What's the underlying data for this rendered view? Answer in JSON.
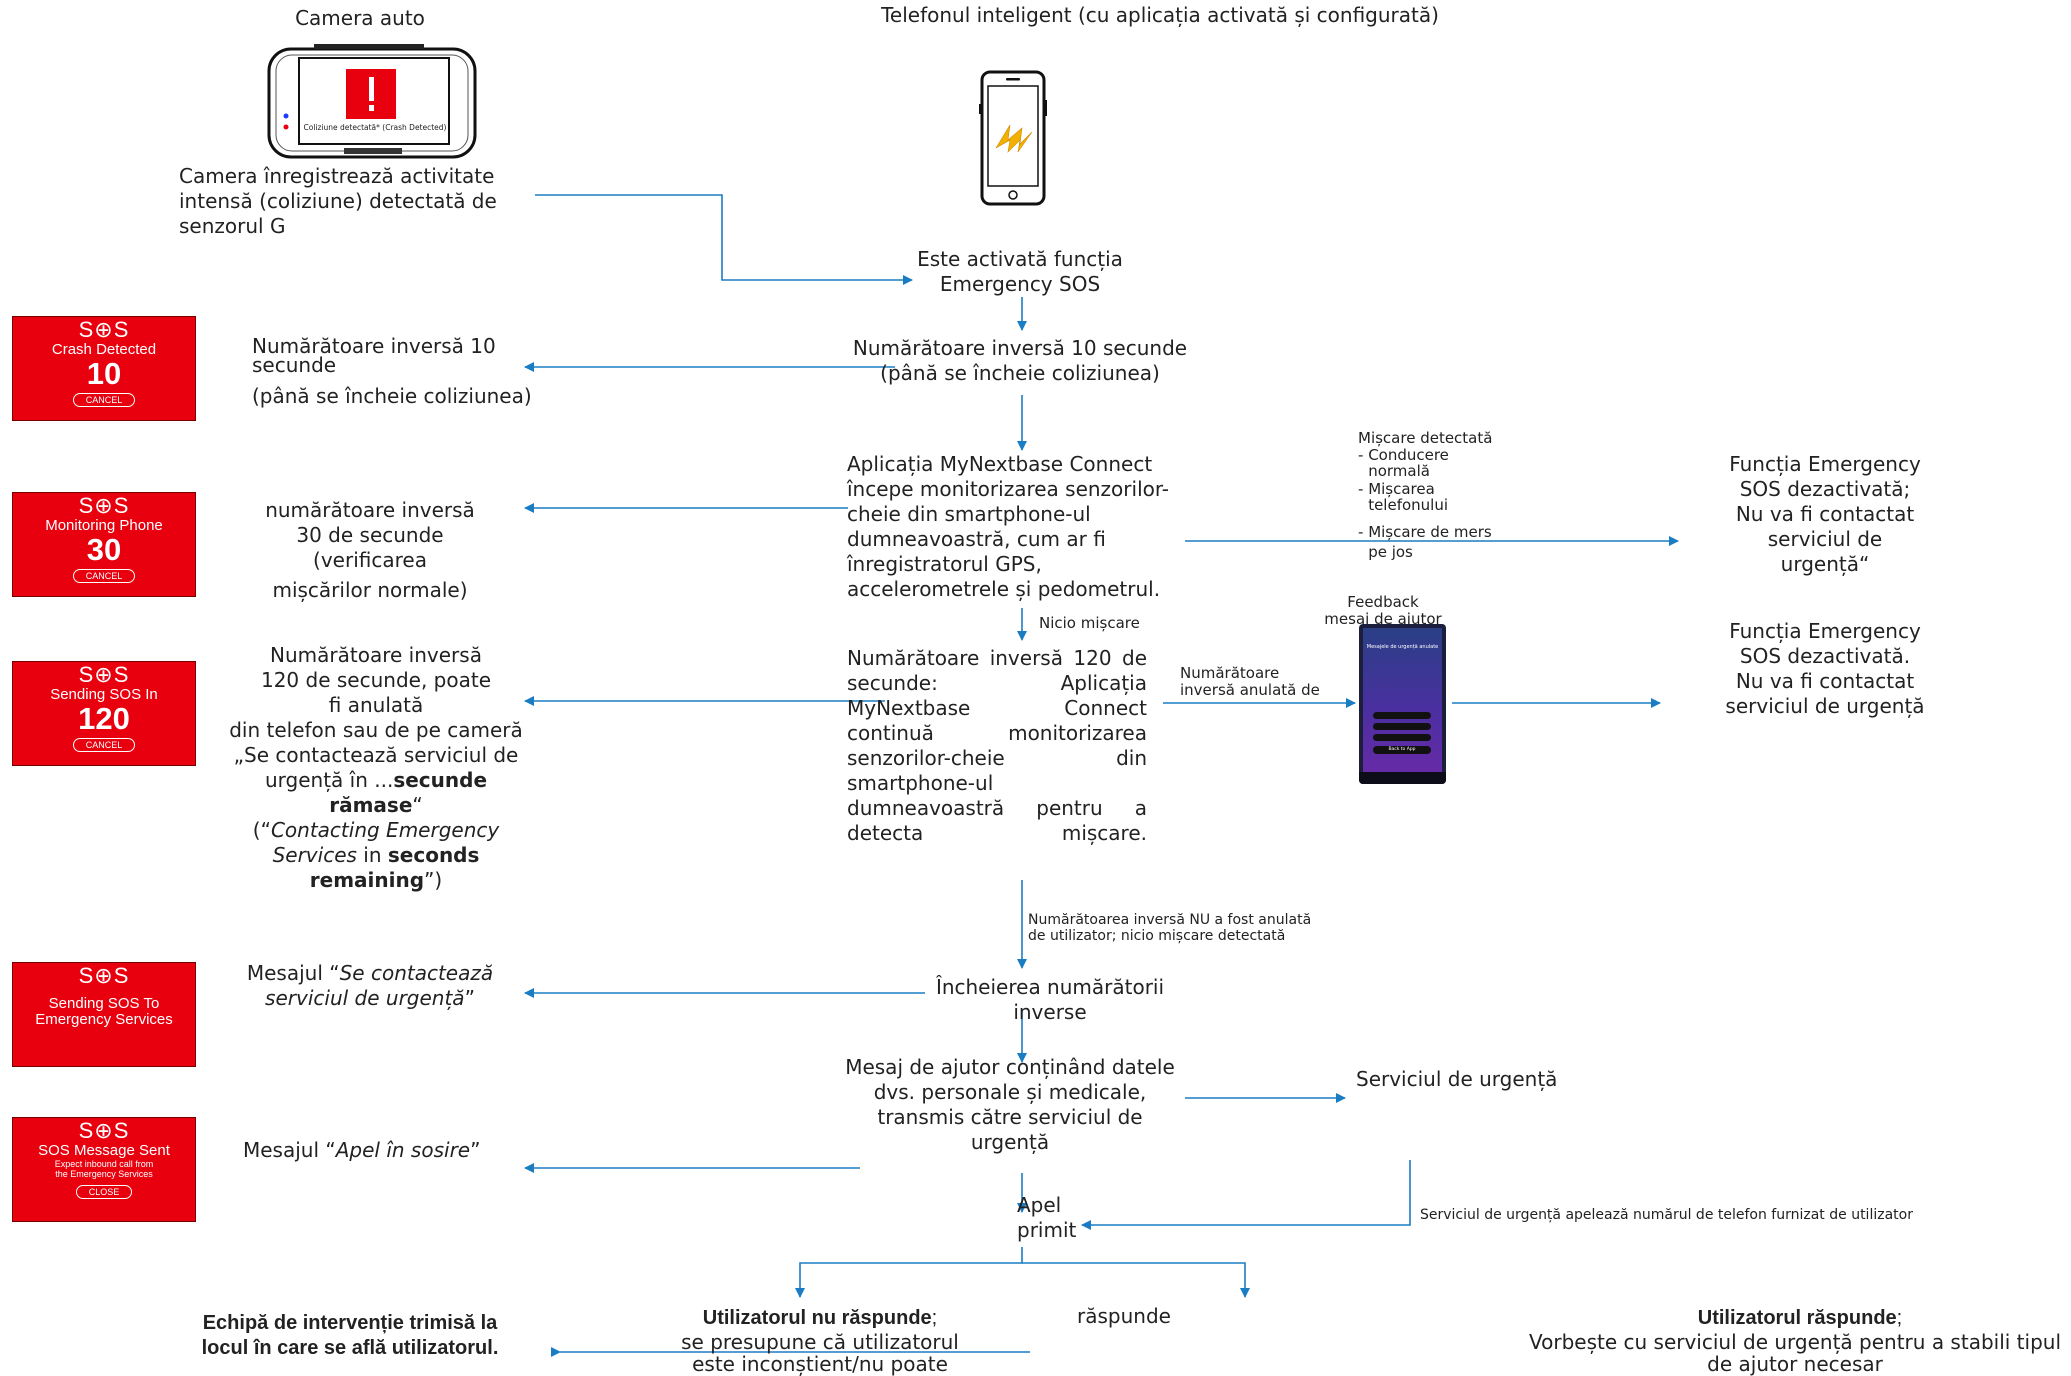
{
  "headers": {
    "camera_title": "Camera auto",
    "phone_title": "Telefonul inteligent (cu aplicația activată și configurată)"
  },
  "camera": {
    "screen_label": "Coliziune detectată* (Crash Detected)",
    "desc": "Camera înregistrează activitate\nintensă (coliziune) detectată de\nsenzorul G"
  },
  "sos_screens": [
    {
      "logo": "S⊕S",
      "label": "Crash Detected",
      "number": "10",
      "button": "CANCEL"
    },
    {
      "logo": "S⊕S",
      "label": "Monitoring Phone",
      "number": "30",
      "button": "CANCEL"
    },
    {
      "logo": "S⊕S",
      "label": "Sending SOS In",
      "number": "120",
      "button": "CANCEL"
    },
    {
      "logo": "S⊕S",
      "label": "Sending SOS To\nEmergency Services"
    },
    {
      "logo": "S⊕S",
      "label": "SOS Message Sent",
      "note": "Expect inbound call from\nthe Emergency Services",
      "button": "CLOSE"
    }
  ],
  "flow": {
    "activated": "Este activată funcția\nEmergency SOS",
    "countdown10": "Numărătoare inversă 10 secunde\n(până se încheie coliziunea)",
    "monitoring": "Aplicația MyNextbase Connect\nîncepe monitorizarea senzorilor-\ncheie din smartphone-ul\ndumneavoastră, cum ar fi\nînregistratorul GPS,\naccelerometrele și pedometrul.",
    "no_movement": "Nicio mișcare",
    "countdown120": "Numărătoare inversă 120 de secunde: Aplicația MyNextbase Connect continuă monitorizarea senzorilor-cheie din smartphone-ul dumneavoastră pentru a detecta mișcare.",
    "not_cancelled": "Numărătoarea inversă NU a fost anulată\nde utilizator; nicio mișcare detectată",
    "countdown_end": "Încheierea numărătorii inverse",
    "help_message": "Mesaj de ajutor conținând datele\ndvs. personale și medicale,\ntransmis către serviciul de\nurgență",
    "call_received": "Apel\nprimit",
    "responds": "răspunde"
  },
  "left": {
    "countdown10_a": "Numărătoare inversă 10\nsecunde",
    "countdown10_b": "(până se încheie coliziunea)",
    "countdown30_a": "numărătoare inversă\n30 de secunde\n(verificarea",
    "countdown30_b": "mișcărilor normale)",
    "c120_1": "Numărătoare inversă\n120 de secunde, poate\nfi anulată\ndin telefon sau de pe cameră",
    "c120_2": "„Se contactează serviciul de\nurgență în ...",
    "c120_3": "secunde rămase",
    "c120_4": "“",
    "c120_5": "(“",
    "c120_6": "Contacting Emergency\nServices",
    "c120_7": " in ",
    "c120_8": "seconds\nremaining",
    "c120_9": "”)",
    "msg1_a": "Mesajul “",
    "msg1_b": "Se contactează\nserviciul de urgență",
    "msg1_c": "”",
    "msg2_a": "Mesajul “",
    "msg2_b": "Apel în sosire",
    "msg2_c": "”",
    "team": "Echipă de intervenție trimisă la\nlocul în care se află utilizatorul."
  },
  "right": {
    "movement_detected": "Mișcare detectată",
    "movement_items": [
      "Conducere\nnormală",
      "Mișcarea\ntelefonului",
      "Mișcare de mers\npe jos"
    ],
    "disabled1": "Funcția Emergency\nSOS dezactivată;\nNu va fi contactat\nserviciul de\nurgență“",
    "feedback": "Feedback\nmesaj de ajutor",
    "cancelled": "Numărătoare\ninversă anulată de\nutilizator",
    "disabled2": "Funcția Emergency\nSOS dezactivată.\nNu va fi contactat\nserviciul de urgență",
    "emergency_service": "Serviciul de urgență",
    "calls_back": "Serviciul de urgență apelează numărul de telefon furnizat de utilizator"
  },
  "bottom": {
    "no_answer_bold": "Utilizatorul nu răspunde",
    "no_answer_tail": ";",
    "no_answer_rest": "se presupune că utilizatorul\neste inconștient/nu poate",
    "answers_bold": "Utilizatorul răspunde",
    "answers_tail": ";",
    "answers_rest": "Vorbește cu serviciul de urgență pentru a stabili tipul\nde ajutor necesar"
  },
  "phone_screen": {
    "title": "Mesajele de urgență anulate",
    "buttons": [
      "",
      "",
      "",
      "Back to App"
    ]
  },
  "colors": {
    "arrow": "#1a7dc4",
    "sos_red": "#e8000e"
  }
}
